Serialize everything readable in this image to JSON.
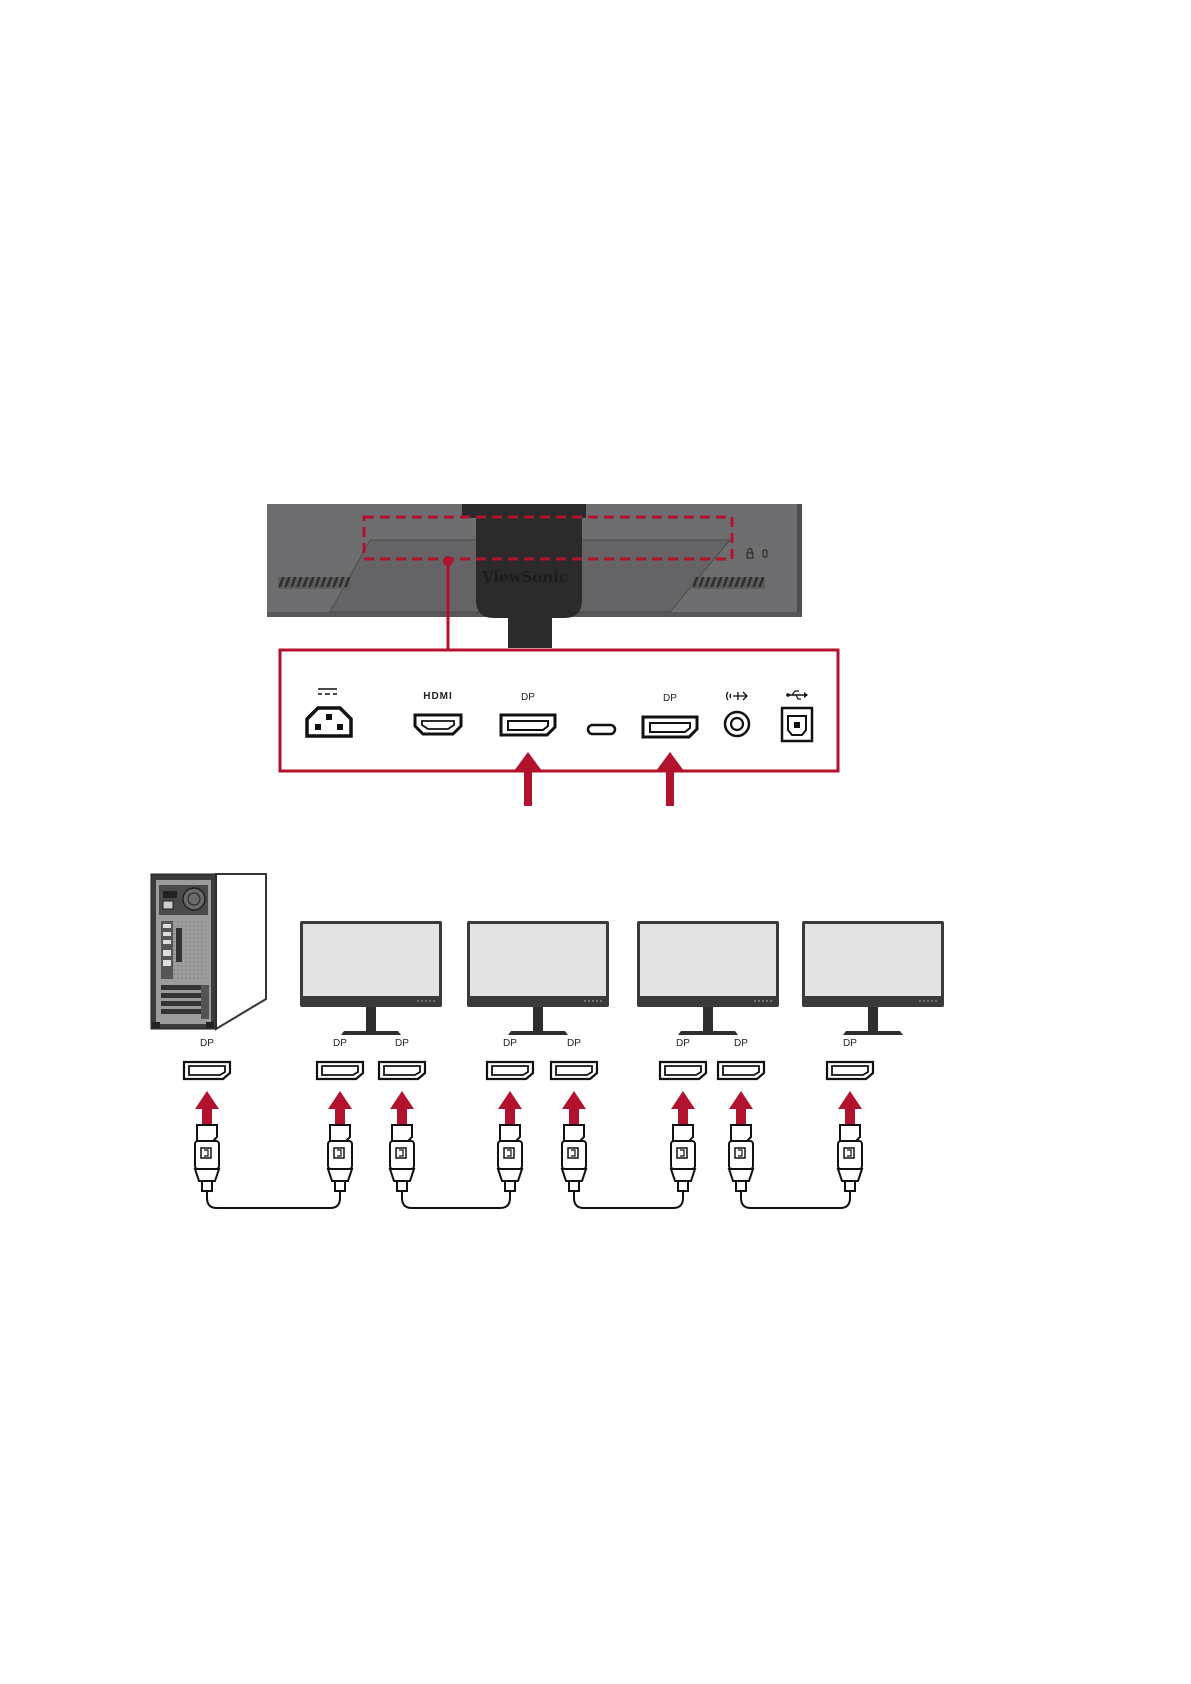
{
  "monitor": {
    "brand": "ViewSonic"
  },
  "port_panel": {
    "hdmi_label": "HDMI",
    "dp_in_label": "DP",
    "dp_out_label": "DP",
    "power_icon": "dc-power-icon",
    "audio_icon": "audio-out-icon",
    "usb_icon": "usb-icon"
  },
  "chain": {
    "pc_port_label": "DP",
    "monitor_port_labels": [
      [
        "DP",
        "DP"
      ],
      [
        "DP",
        "DP"
      ],
      [
        "DP",
        "DP"
      ],
      [
        "DP"
      ]
    ]
  },
  "colors": {
    "accent_red": "#b3122e",
    "housing_gray": "#6e6e70",
    "screen_gray": "#e3e3e3"
  }
}
